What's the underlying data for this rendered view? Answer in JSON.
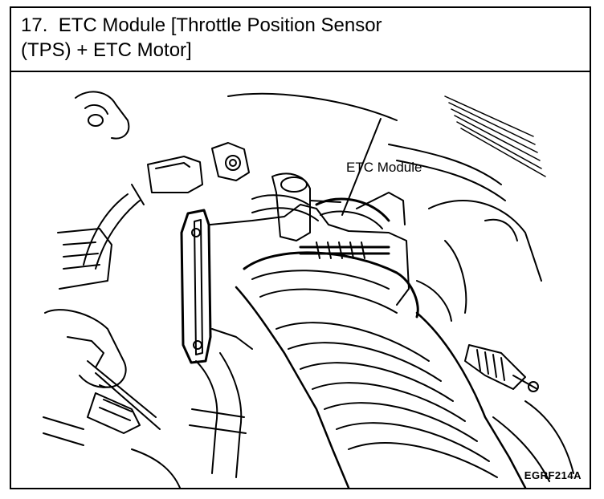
{
  "header": {
    "title_line1": "17.  ETC Module [Throttle Position Sensor",
    "title_line2": "(TPS) + ETC Motor]"
  },
  "figure": {
    "callout_label": "ETC Module",
    "figure_code": "EGRF214A"
  }
}
